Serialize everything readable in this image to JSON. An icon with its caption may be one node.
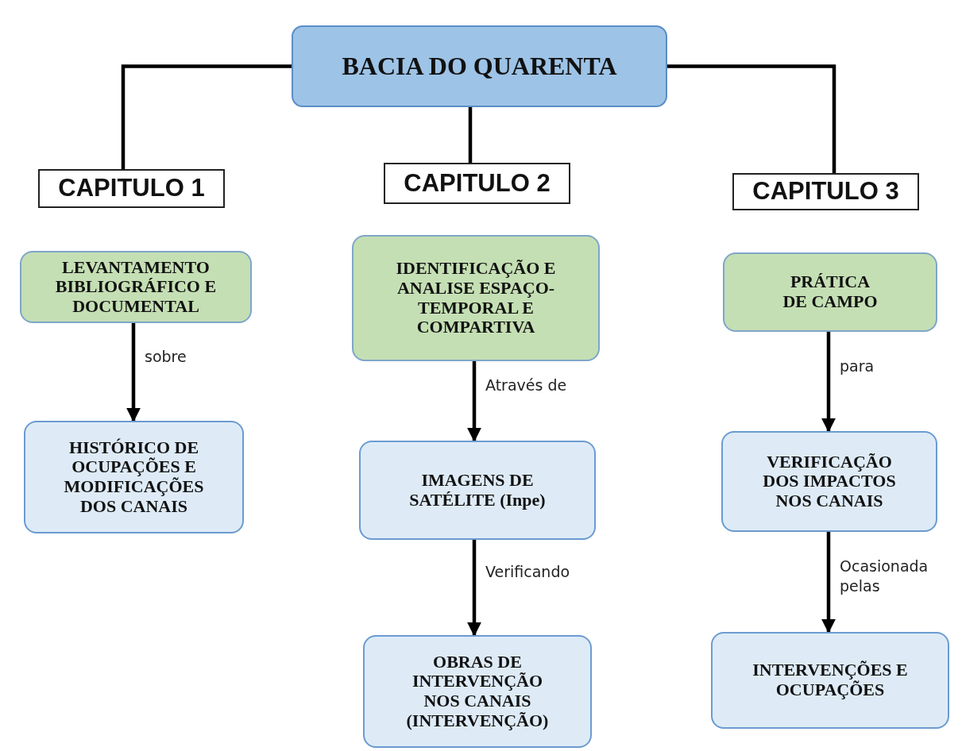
{
  "diagram": {
    "nodes": [
      {
        "text": [
          "BACIA DO QUARENTA"
        ]
      },
      {
        "text": [
          "CAPITULO 1"
        ]
      },
      {
        "text": [
          "CAPITULO 2"
        ]
      },
      {
        "text": [
          "CAPITULO 3"
        ]
      },
      {
        "text": [
          "LEVANTAMENTO BIBLIOGRÁFICO E DOCUMENTAL"
        ]
      },
      {
        "text": [
          "HISTÓRICO DE OCUPAÇÕES E MODIFICAÇÕES DOS CANAIS"
        ]
      },
      {
        "text": [
          "IDENTIFICAÇÃO E ANALISE ESPAÇO-TEMPORAL E COMPARTIVA"
        ]
      },
      {
        "text": [
          "IMAGENS DE SATÉLITE (Inpe)"
        ]
      },
      {
        "text": [
          "OBRAS DE INTERVENÇÃO NOS CANAIS (INTERVENÇÃO)"
        ]
      },
      {
        "text": [
          "PRÁTICA DE CAMPO"
        ]
      },
      {
        "text": [
          "VERIFICAÇÃO DOS IMPACTOS NOS CANAIS"
        ]
      },
      {
        "text": [
          "INTERVENÇÕES E OCUPAÇÕES"
        ]
      }
    ],
    "edges": [
      {
        "from": 0,
        "to": 1,
        "arrow": "none"
      },
      {
        "from": 0,
        "to": 2,
        "arrow": "none"
      },
      {
        "from": 0,
        "to": 3,
        "arrow": "none"
      },
      {
        "from": 4,
        "to": 5,
        "arrow": "to",
        "label": "sobre"
      },
      {
        "from": 6,
        "to": 7,
        "arrow": "to",
        "label": "Através de"
      },
      {
        "from": 7,
        "to": 8,
        "arrow": "to",
        "label": "Verificando"
      },
      {
        "from": 9,
        "to": 10,
        "arrow": "to",
        "label": "para"
      },
      {
        "from": 10,
        "to": 11,
        "arrow": "to",
        "label": "Ocasionada pelas"
      }
    ]
  }
}
